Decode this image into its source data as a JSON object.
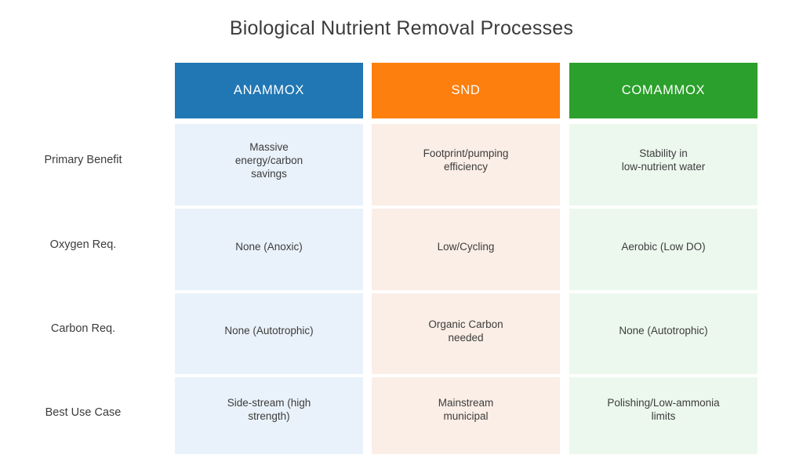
{
  "title": "Biological Nutrient Removal Processes",
  "colors": {
    "background": "#ffffff",
    "title_text": "#3c3c3c",
    "body_text": "#3c3c3c",
    "header_text": "#ffffff",
    "anammox_header": "#2077b4",
    "anammox_cell": "#e9f2fa",
    "snd_header": "#fd7f0e",
    "snd_cell": "#fbeee6",
    "comammox_header": "#2ba02c",
    "comammox_cell": "#ecf8ee"
  },
  "columns": [
    {
      "key": "anammox",
      "label": "ANAMMOX",
      "header_color": "#2077b4",
      "cell_color": "#e9f2fa"
    },
    {
      "key": "snd",
      "label": "SND",
      "header_color": "#fd7f0e",
      "cell_color": "#fbeee6"
    },
    {
      "key": "comammox",
      "label": "COMAMMOX",
      "header_color": "#2ba02c",
      "cell_color": "#ecf8ee"
    }
  ],
  "rows": [
    {
      "label": "Primary Benefit",
      "cells": [
        "Massive\nenergy/carbon\nsavings",
        "Footprint/pumping\nefficiency",
        "Stability in\nlow-nutrient water"
      ]
    },
    {
      "label": "Oxygen Req.",
      "cells": [
        "None (Anoxic)",
        "Low/Cycling",
        "Aerobic (Low DO)"
      ]
    },
    {
      "label": "Carbon Req.",
      "cells": [
        "None (Autotrophic)",
        "Organic Carbon\nneeded",
        "None (Autotrophic)"
      ]
    },
    {
      "label": "Best Use Case",
      "cells": [
        "Side-stream (high\nstrength)",
        "Mainstream\nmunicipal",
        "Polishing/Low-ammonia\nlimits"
      ]
    }
  ]
}
